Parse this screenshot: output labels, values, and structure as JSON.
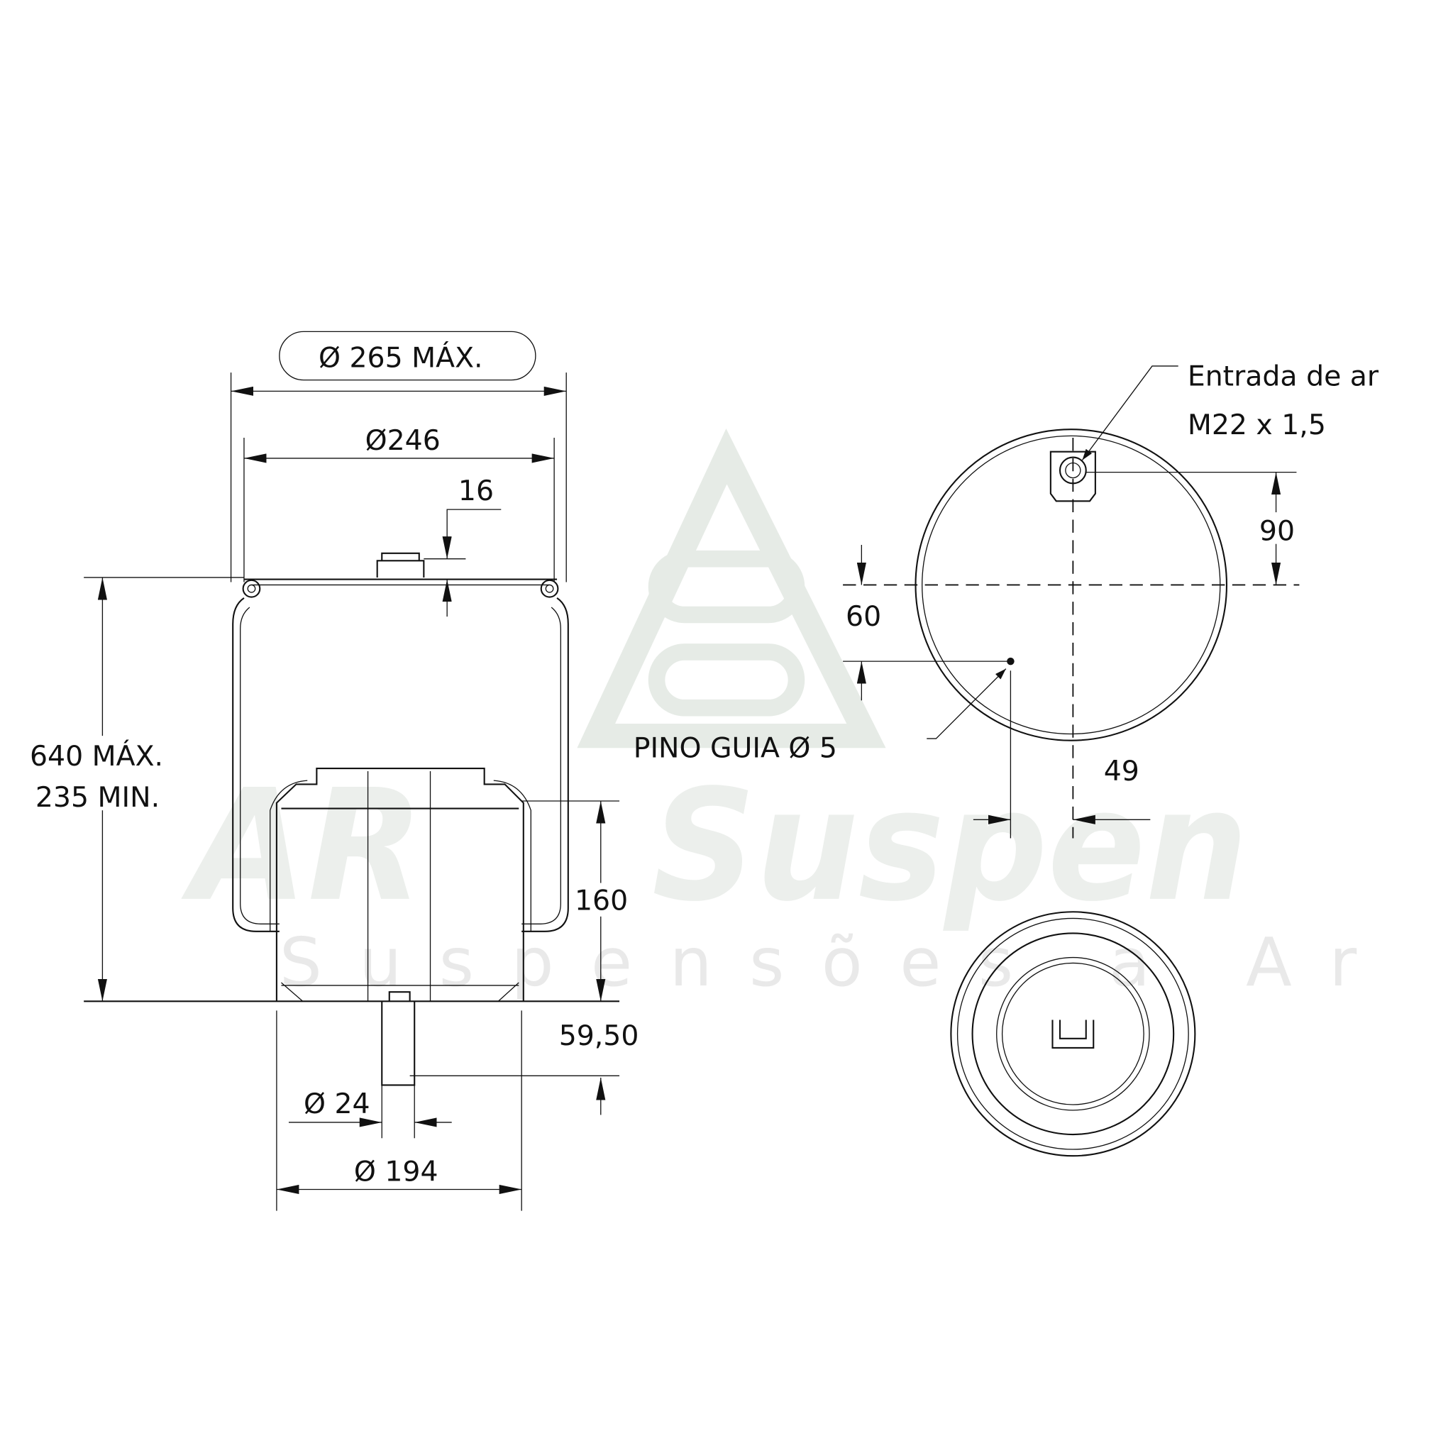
{
  "watermark": {
    "brand": "ARSuspen",
    "tagline": "Suspensões a Ar",
    "color": "#e6ebe6"
  },
  "side_view": {
    "dia_max": "Ø 265 MÁX.",
    "dia_plate": "Ø246",
    "offset_16": "16",
    "height_max": "640 MÁX.",
    "height_min": "235 MIN.",
    "piston_height": "160",
    "stud_length": "59,50",
    "stud_dia": "Ø 24",
    "piston_dia": "Ø 194"
  },
  "top_view": {
    "air_inlet_label": "Entrada de ar",
    "air_inlet_thread": "M22 x 1,5",
    "dim_90": "90",
    "dim_60": "60",
    "guide_pin": "PINO GUIA Ø 5",
    "dim_49": "49"
  }
}
